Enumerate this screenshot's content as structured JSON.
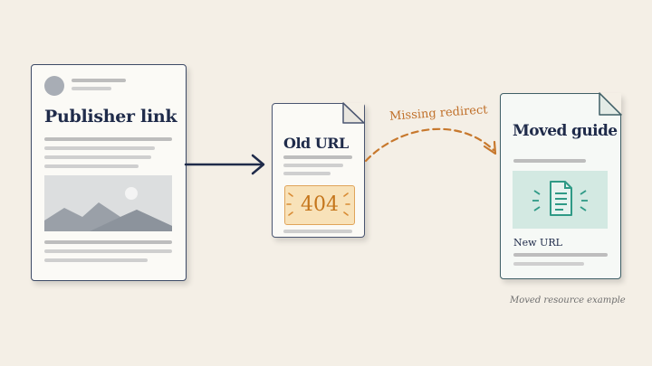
{
  "publisher_card": {
    "title": "Publisher link"
  },
  "old_url_card": {
    "title": "Old URL",
    "error_code": "404"
  },
  "moved_card": {
    "title": "Moved guide",
    "new_url_label": "New URL"
  },
  "connector_label": "Missing redirect",
  "caption": "Moved resource example",
  "colors": {
    "navy": "#1f2b4a",
    "error_orange": "#c5761c",
    "error_fill": "#f8e2b9",
    "teal": "#2f9a86",
    "teal_fill": "#d3e9e2",
    "background": "#f4efe6"
  },
  "icons": [
    "avatar-icon",
    "image-placeholder-icon",
    "document-icon",
    "arrow-icon",
    "dashed-arrow-icon"
  ]
}
